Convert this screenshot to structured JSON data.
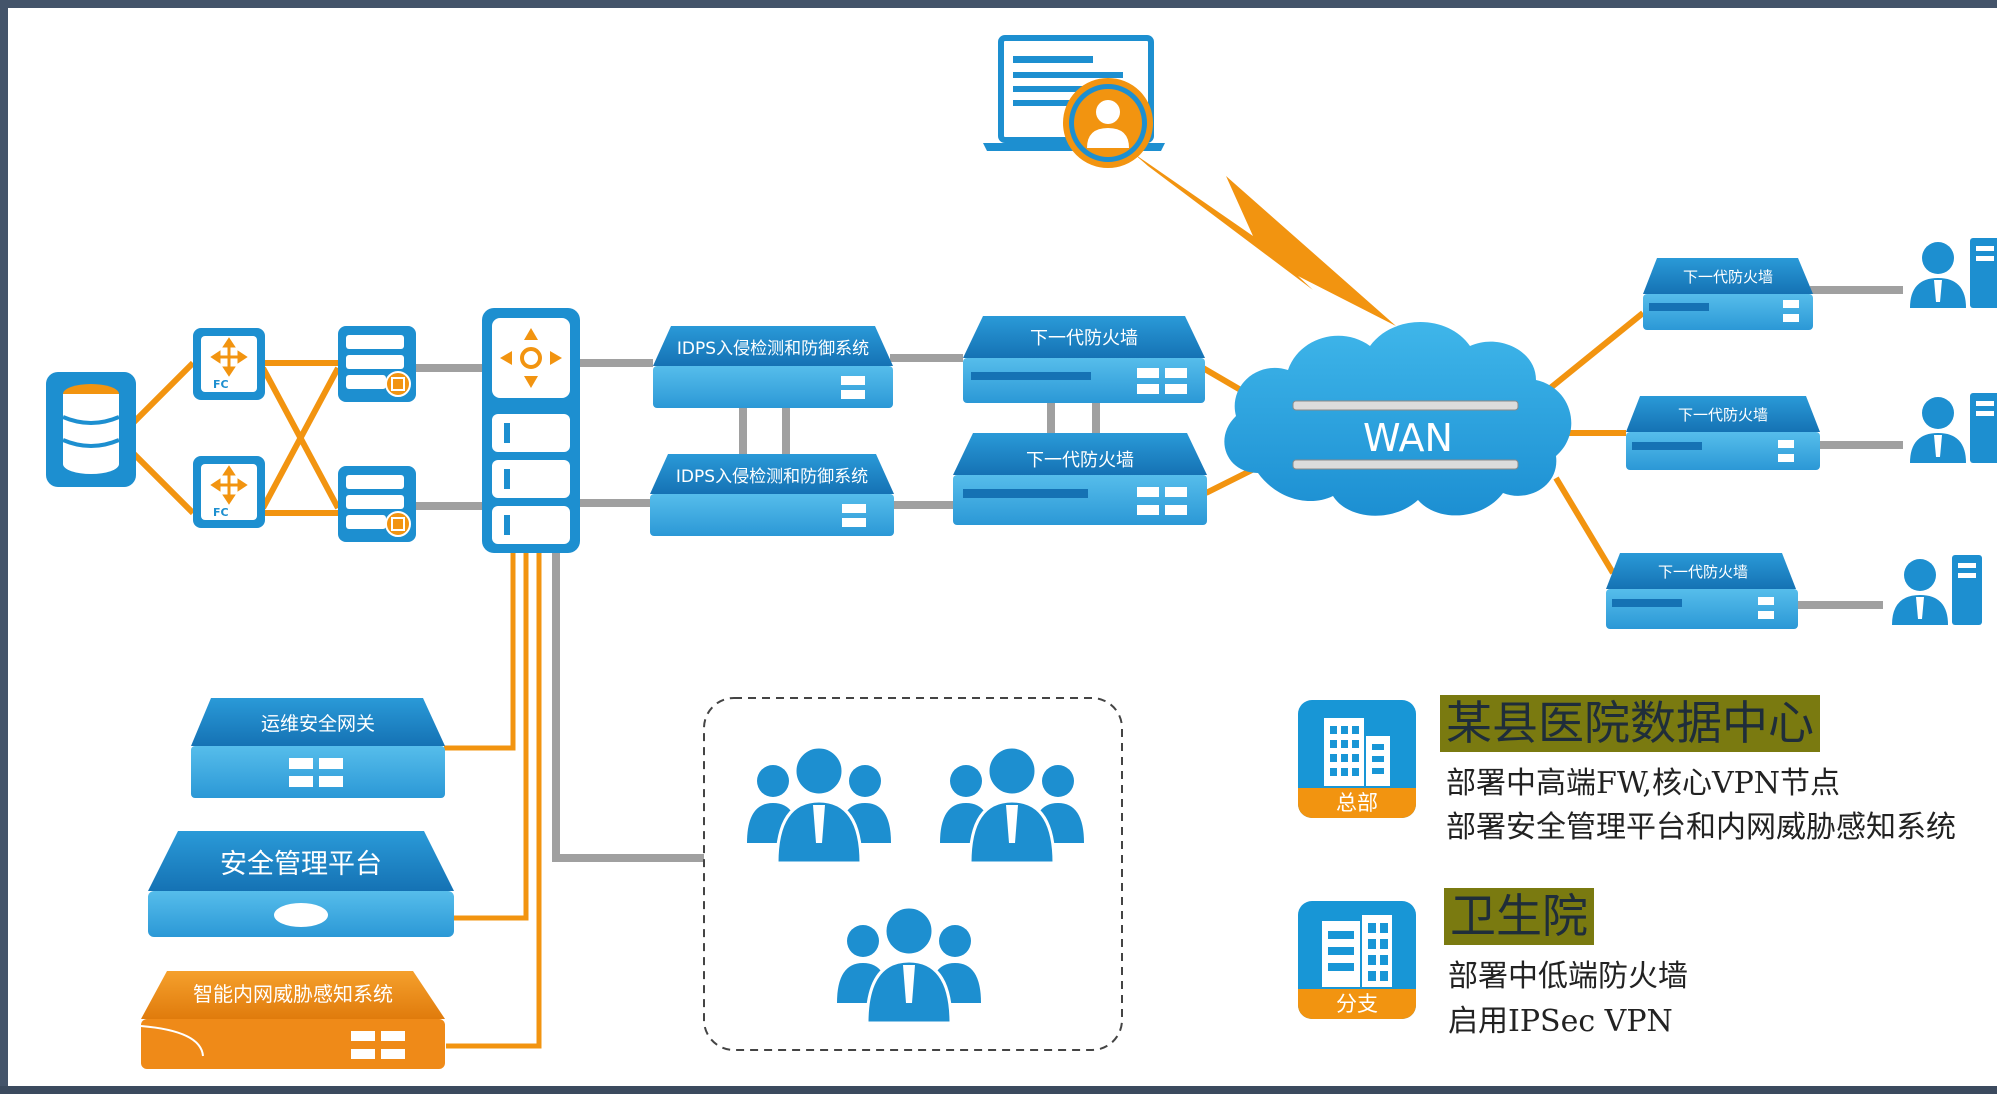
{
  "devices": {
    "idps_top": "IDPS入侵检测和防御系统",
    "idps_bottom": "IDPS入侵检测和防御系统",
    "ngfw_center_top": "下一代防火墙",
    "ngfw_center_bottom": "下一代防火墙",
    "ngfw_branch_1": "下一代防火墙",
    "ngfw_branch_2": "下一代防火墙",
    "ngfw_branch_3": "下一代防火墙",
    "ops_gateway": "运维安全网关",
    "mgmt_platform": "安全管理平台",
    "threat_system": "智能内网威胁感知系统",
    "fc_top": "FC",
    "fc_bottom": "FC",
    "wan": "WAN"
  },
  "legend": {
    "hq": {
      "badge": "总部",
      "title": "某县医院数据中心",
      "lines": [
        "部署中高端FW,核心VPN节点",
        "部署安全管理平台和内网威胁感知系统"
      ]
    },
    "branch": {
      "badge": "分支",
      "title": "卫生院",
      "lines": [
        "部署中低端防火墙",
        "启用IPSec VPN"
      ]
    }
  },
  "colors": {
    "device_blue": "#1d8fd0",
    "device_light": "#4db6e8",
    "link_orange": "#f29410",
    "link_gray": "#a0a0a0",
    "threat_orange": "#ef8a18",
    "legend_highlight": "#7a7a10"
  }
}
